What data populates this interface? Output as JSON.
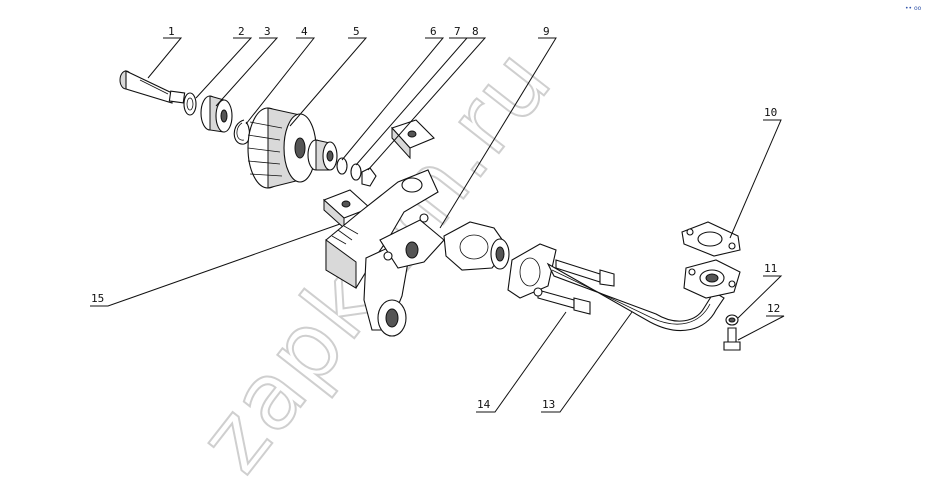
{
  "watermark": "zapkam.ru",
  "corner_mark": "•• oo",
  "callouts": [
    "1",
    "2",
    "3",
    "4",
    "5",
    "6",
    "7",
    "8",
    "9",
    "10",
    "11",
    "12",
    "13",
    "14",
    "15"
  ]
}
